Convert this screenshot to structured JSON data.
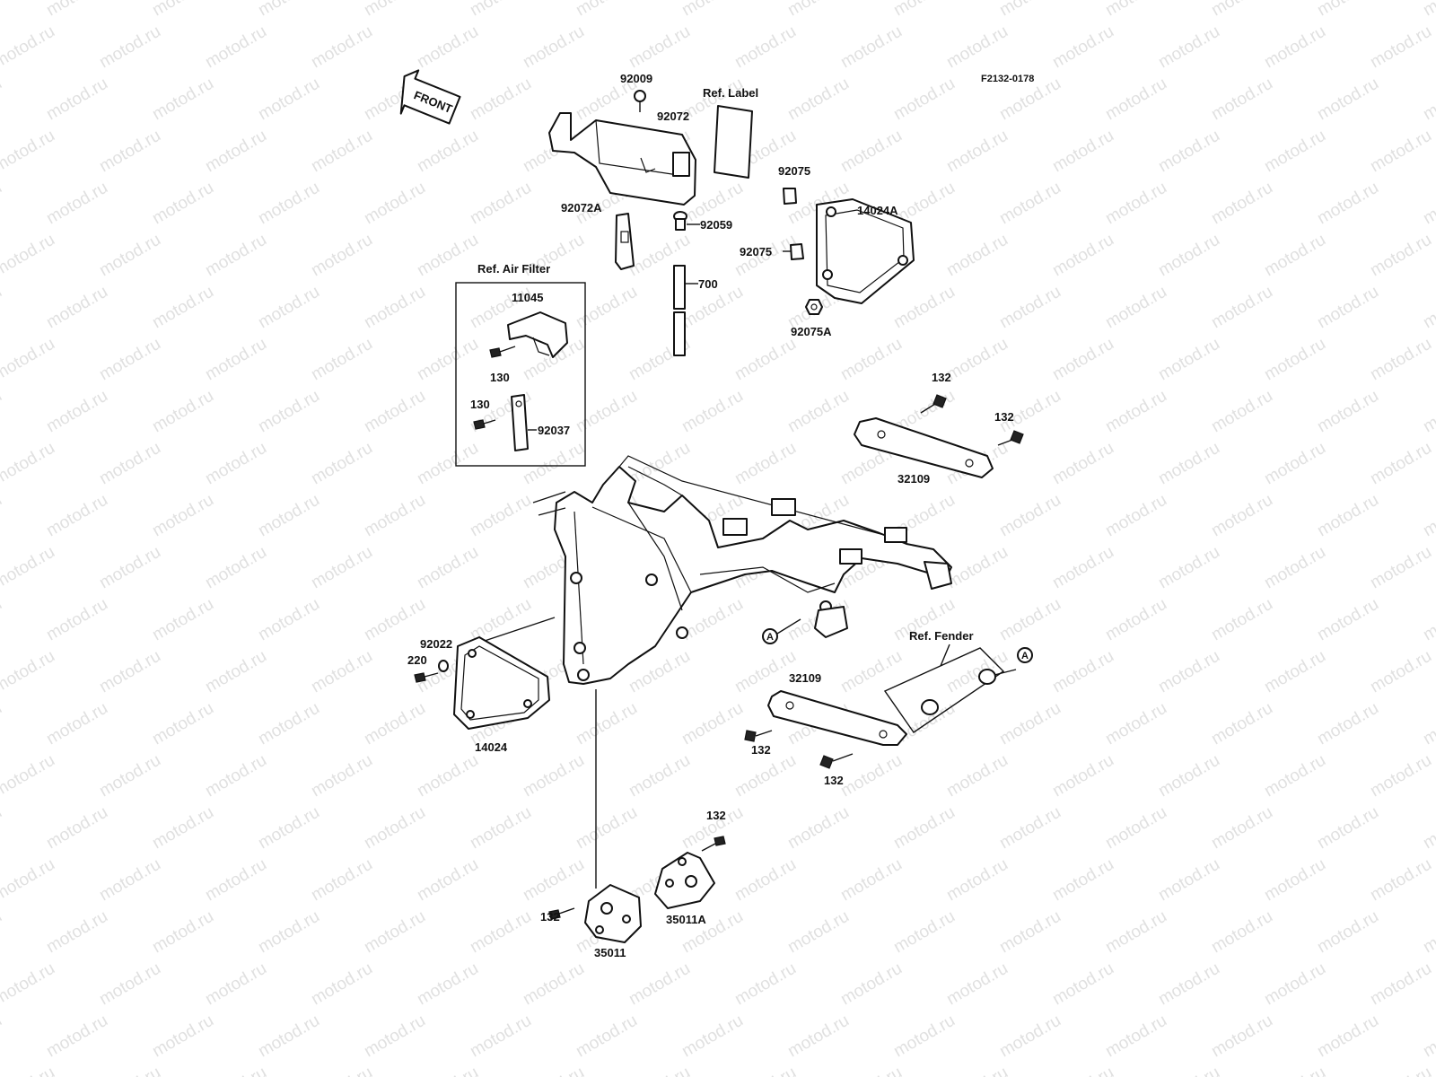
{
  "figure_code": "F2132-0178",
  "watermark": "motod.ru",
  "front_arrow": "FRONT",
  "refs": {
    "label": "Ref. Label",
    "air_filter": "Ref. Air Filter",
    "fender": "Ref. Fender"
  },
  "callout_A": "A",
  "labels": {
    "p92009": "92009",
    "p92072": "92072",
    "p92075_top": "92075",
    "p14024A": "14024A",
    "p92072A": "92072A",
    "p92059": "92059",
    "p92075_mid": "92075",
    "p700": "700",
    "p92075A": "92075A",
    "p11045": "11045",
    "p130_a": "130",
    "p130_b": "130",
    "p92037": "92037",
    "p132_top1": "132",
    "p132_top2": "132",
    "p32109_top": "32109",
    "p92022": "92022",
    "p220": "220",
    "p14024": "14024",
    "p32109_bottom": "32109",
    "p132_mid1": "132",
    "p132_mid2": "132",
    "p132_low": "132",
    "p132_left": "132",
    "p35011": "35011",
    "p35011A": "35011A"
  }
}
